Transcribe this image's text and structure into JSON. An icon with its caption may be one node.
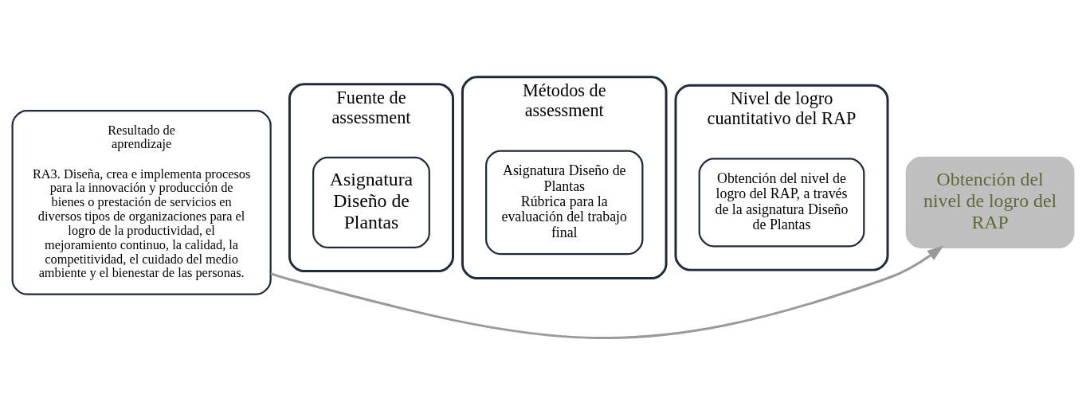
{
  "diagram": {
    "nodes": [
      {
        "text": [
          "Resultado de aprendizaje",
          "RA3. Diseña, crea e implementa procesos para la innovación y producción de bienes o prestación de servicios en diversos tipos de organizaciones para el logro de la productividad, el mejoramiento continuo, la calidad, la competitividad, el cuidado del medio ambiente y el bienestar de las personas."
        ]
      },
      {
        "text": [
          "Fuente de assessment"
        ]
      },
      {
        "text": [
          "Asignatura Diseño de Plantas"
        ],
        "in": 1
      },
      {
        "text": [
          "Métodos de assessment"
        ]
      },
      {
        "text": [
          "Asignatura Diseño de Plantas",
          "Rúbrica para la evaluación del trabajo final"
        ],
        "in": 3
      },
      {
        "text": [
          "Nivel de logro cuantitativo del RAP"
        ]
      },
      {
        "text": [
          "Obtención del nivel de logro del RAP, a través de la asignatura Diseño de Plantas"
        ],
        "in": 5
      },
      {
        "text": [
          "Obtención del nivel de logro del RAP"
        ]
      }
    ],
    "edges": [
      {
        "from": 0,
        "to": 7,
        "arrow": "to"
      }
    ]
  }
}
